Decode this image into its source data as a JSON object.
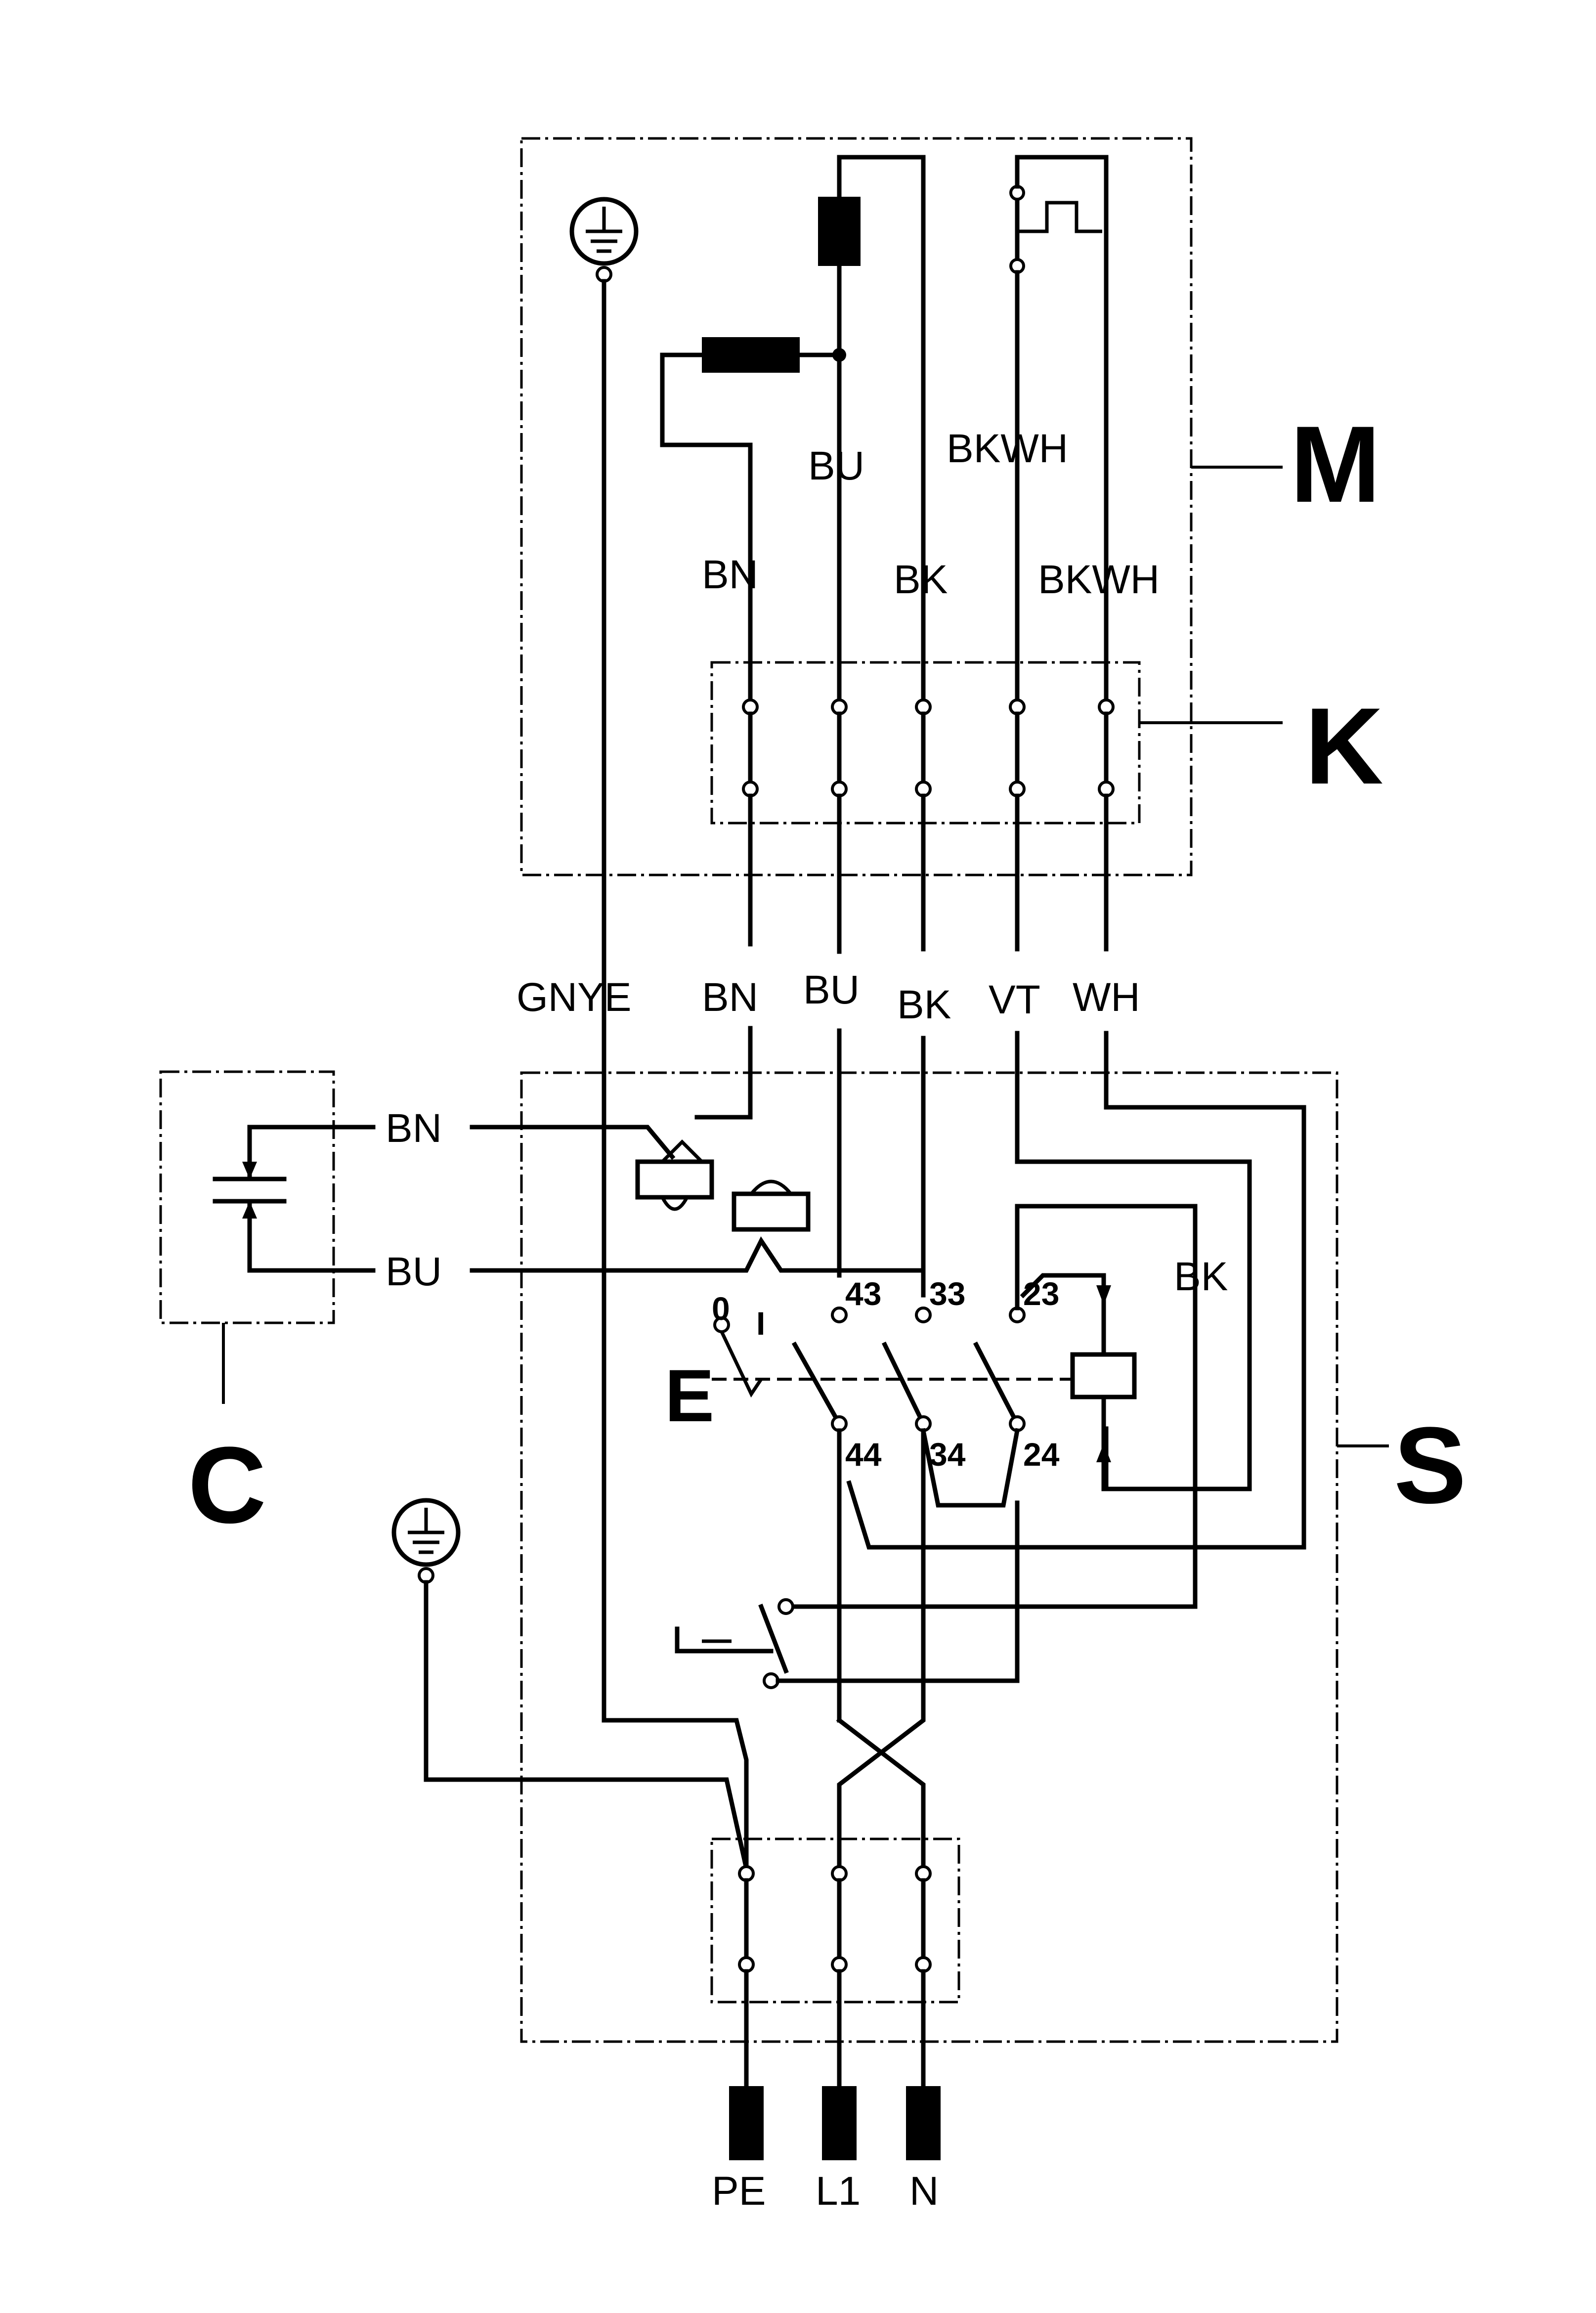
{
  "blocks": {
    "motor": "M",
    "terminal_block": "K",
    "capacitor": "C",
    "switch_unit": "S",
    "switch": "E"
  },
  "motor_wires": {
    "bu": "BU",
    "bkwh_upper": "BKWH",
    "bn": "BN",
    "bk": "BK",
    "bkwh_lower": "BKWH"
  },
  "cable_wires": {
    "gnye": "GNYE",
    "bn": "BN",
    "bu": "BU",
    "bk": "BK",
    "vt": "VT",
    "wh": "WH"
  },
  "capacitor_wires": {
    "bn": "BN",
    "bu": "BU"
  },
  "switch_wire_bk": "BK",
  "contacts": {
    "c43": "43",
    "c33": "33",
    "c23": "23",
    "c44": "44",
    "c34": "34",
    "c24": "24",
    "pos_off": "0",
    "pos_on": "I"
  },
  "mains": {
    "pe": "PE",
    "l1": "L1",
    "n": "N"
  }
}
